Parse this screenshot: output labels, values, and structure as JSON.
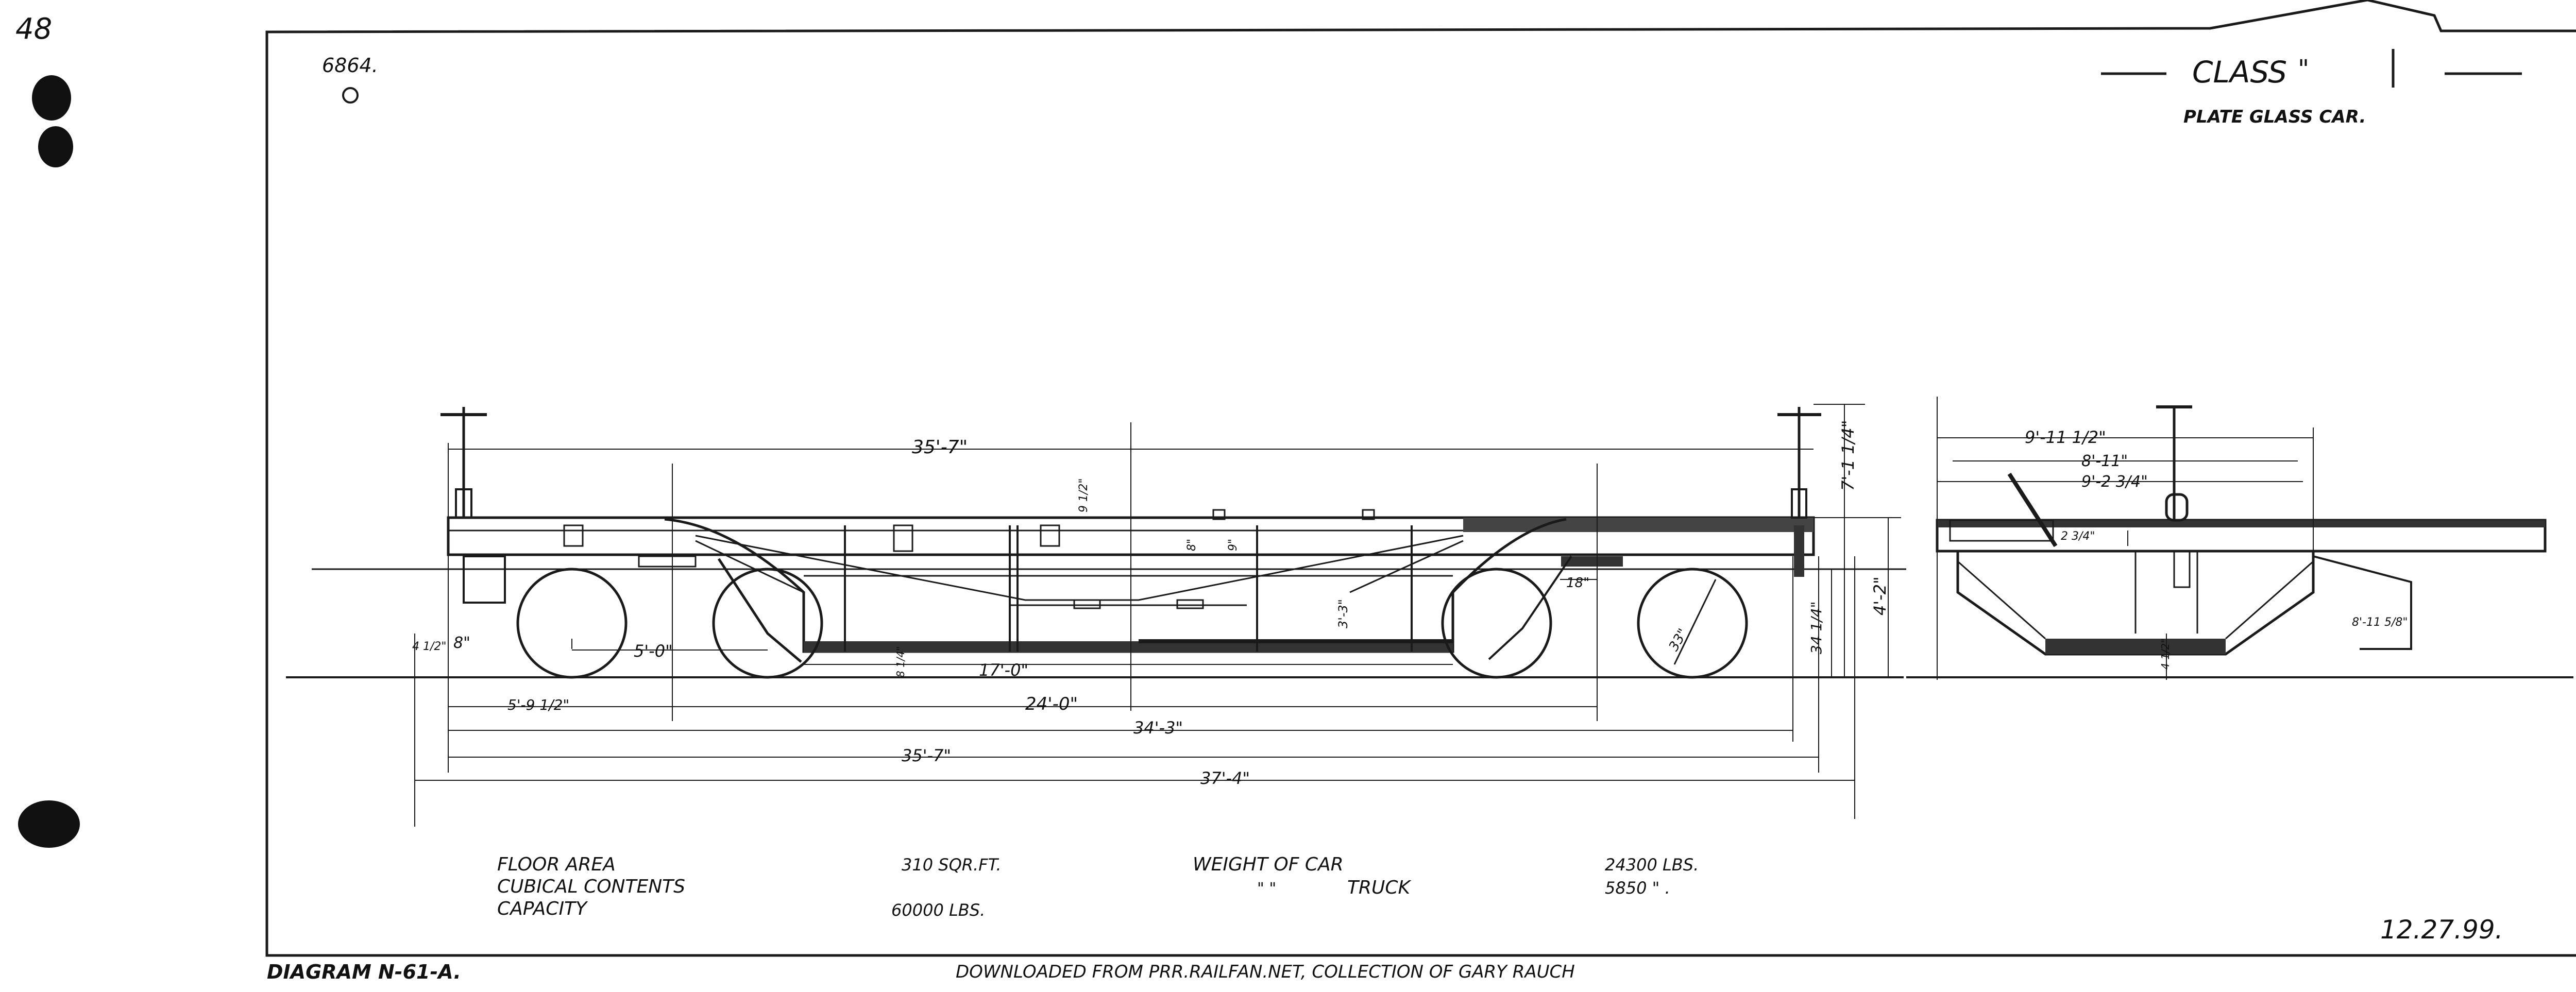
{
  "page_number": "48",
  "drawing_number": "6864.",
  "class_label": "CLASS",
  "class_letter": "\"",
  "car_type": "PLATE GLASS CAR.",
  "side_dimensions": {
    "top_length": "35'-7\"",
    "height_top": "7'-1 1/4\"",
    "height_deck": "4'-2\"",
    "deck_to_rail": "34 1/4\"",
    "wheel_base": "5'-0\"",
    "wheel_dia": "33\"",
    "sill_width": "18\"",
    "well_length": "17'-0\"",
    "truck_from_end": "5'-9 1/2\"",
    "truck_centers": "24'-0\"",
    "coupler_length": "34'-3\"",
    "body_length": "35'-7\"",
    "overall_length": "37'-4\"",
    "end_offset": "8\"",
    "left_small": "4 1/2\"",
    "well_depth": "8 1/4\"",
    "center_depth": "3'-3\"",
    "stake_a": "9 1/2\"",
    "stake_b": "8\"",
    "stake_c": "9\""
  },
  "end_dimensions": {
    "overall_width": "9'-11 1/2\"",
    "inside_width": "8'-11\"",
    "sill_width": "9'-2 3/4\"",
    "side_small": "2 3/4\"",
    "side_height": "8'-11 5/8\"",
    "bottom_small": "4 1/2\""
  },
  "specs": {
    "floor_area_label": "FLOOR AREA",
    "floor_area_value": "310 SQR.FT.",
    "cubical_label": "CUBICAL CONTENTS",
    "capacity_label": "CAPACITY",
    "capacity_value": "60000 LBS.",
    "weight_car_label": "WEIGHT OF CAR",
    "weight_car_value": "24300 LBS.",
    "ditto_marks": "\"     \"",
    "weight_truck_label": "TRUCK",
    "weight_truck_value": "5850 \" ."
  },
  "date": "12.27.99.",
  "diagram_number": "DIAGRAM N-61-A.",
  "credit": "DOWNLOADED FROM PRR.RAILFAN.NET, COLLECTION OF GARY RAUCH"
}
